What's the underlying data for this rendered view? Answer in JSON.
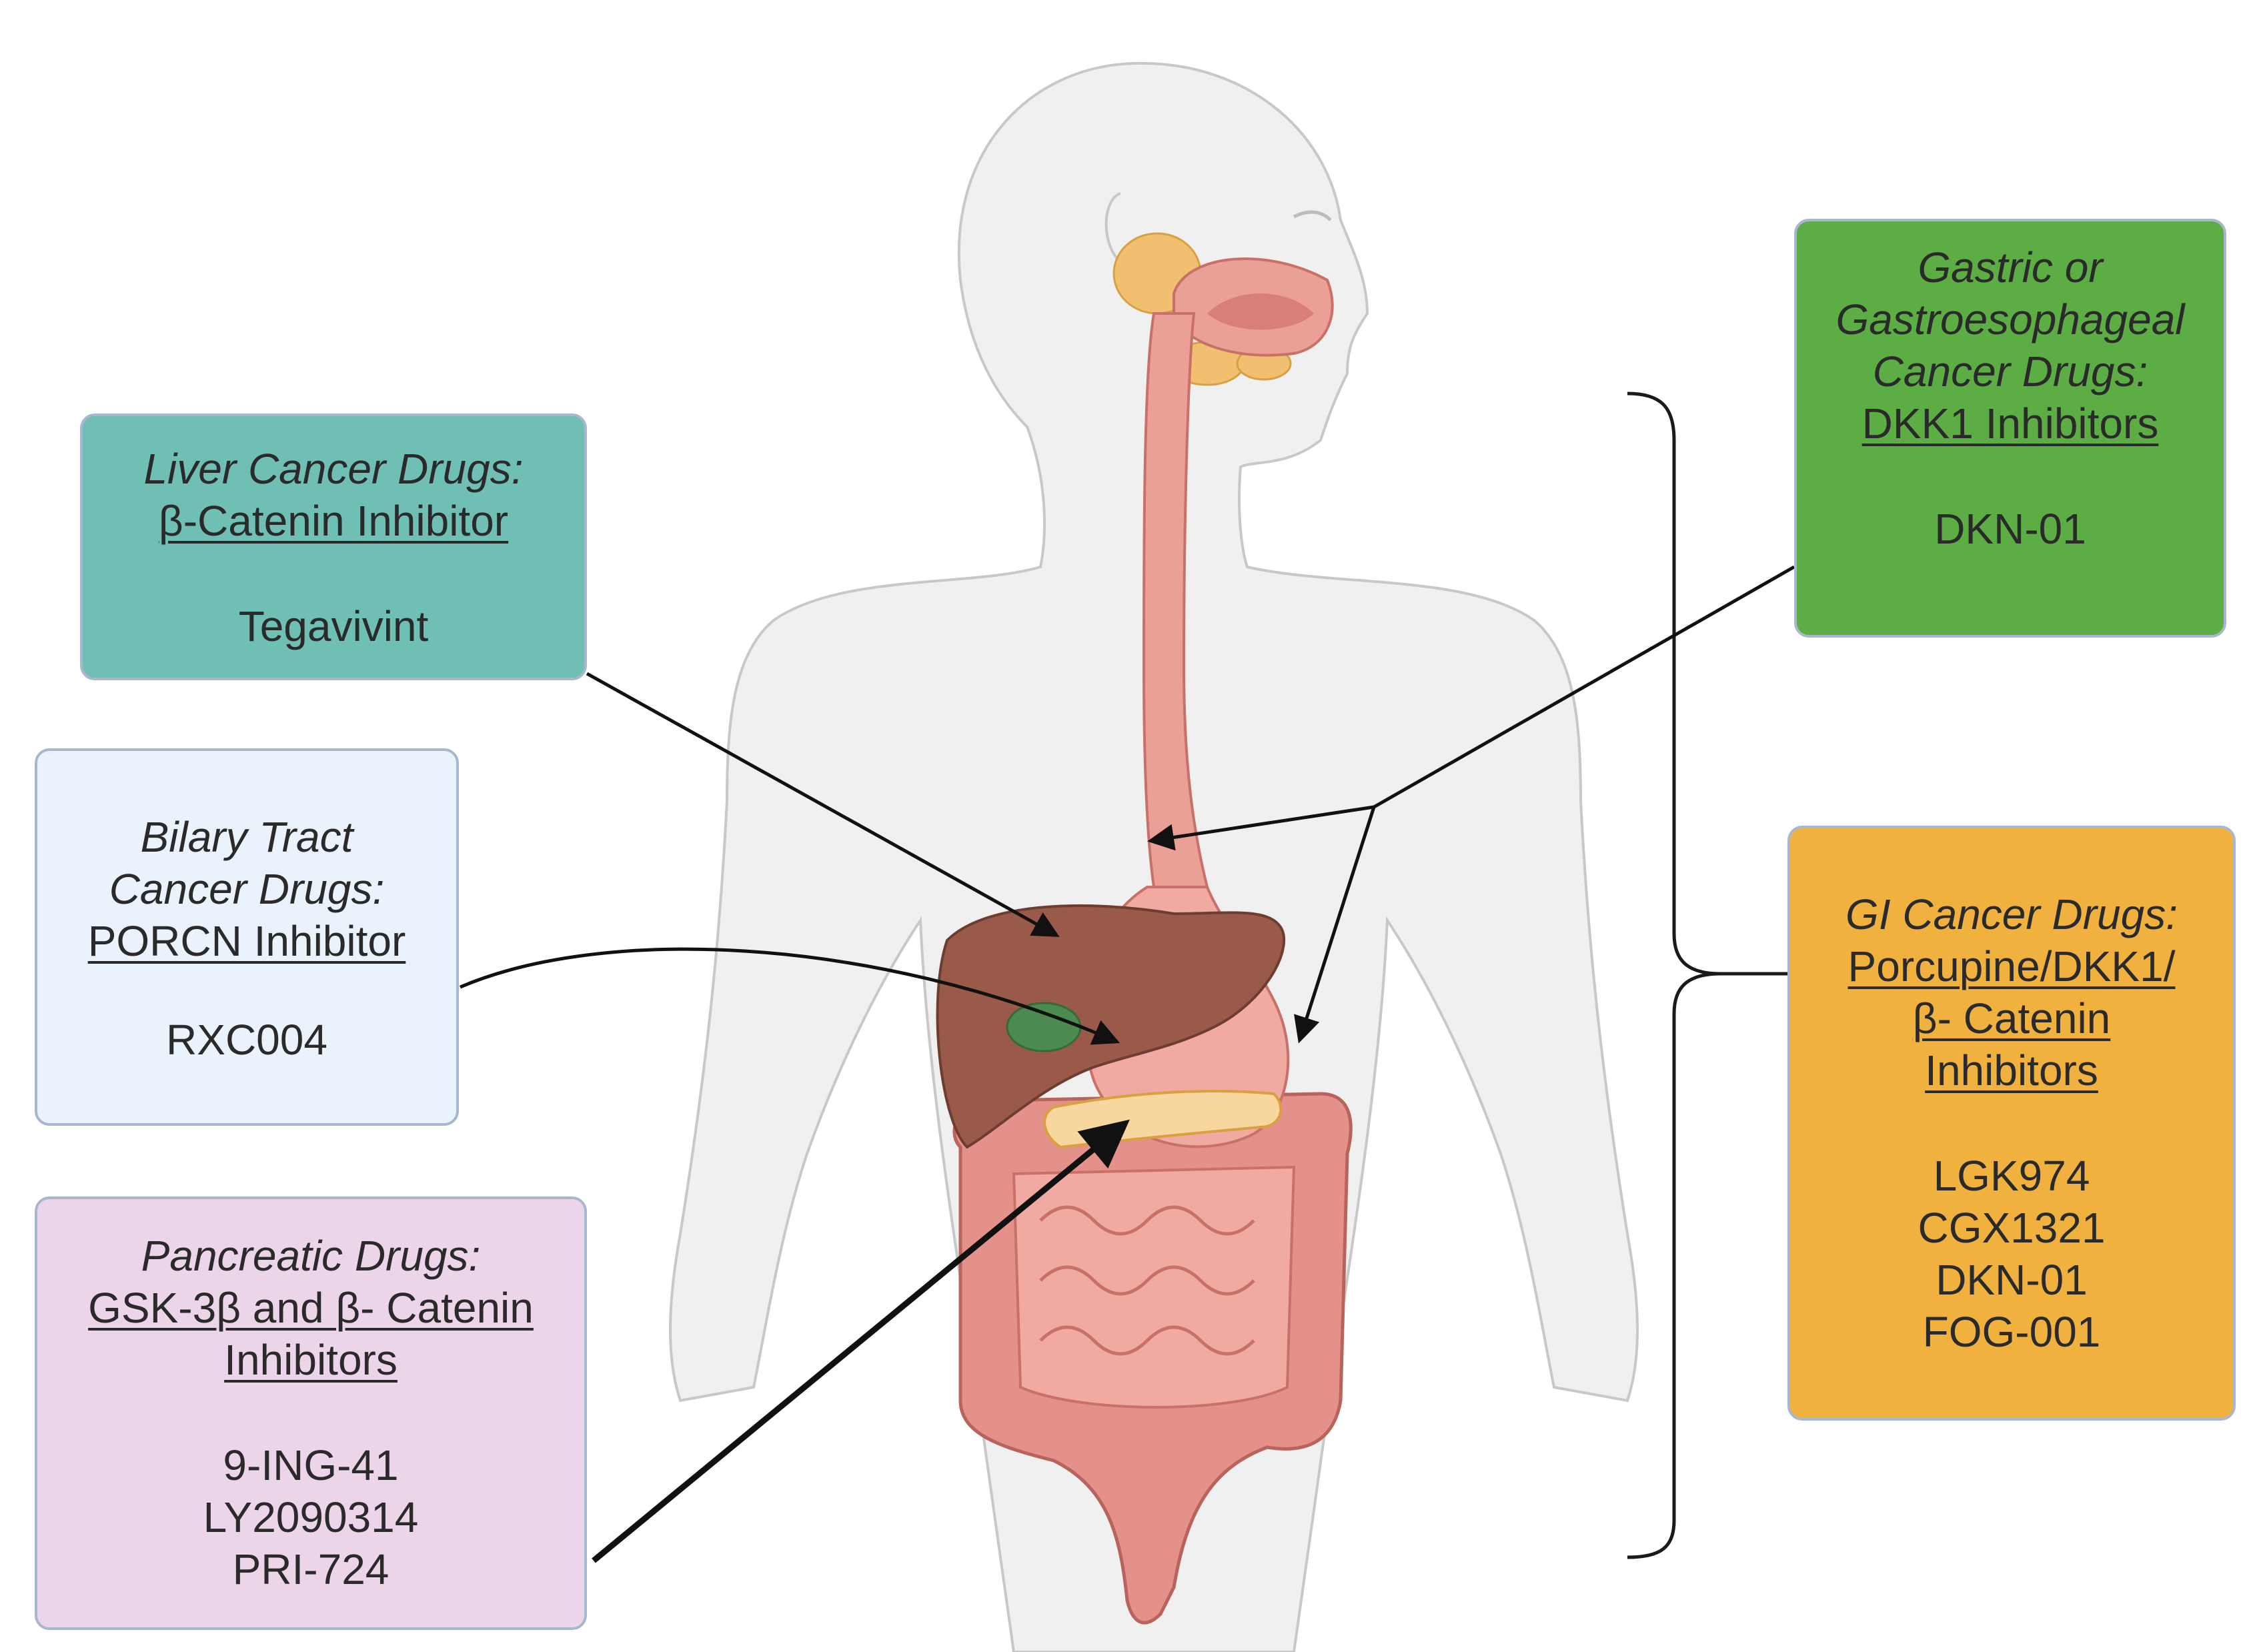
{
  "colors": {
    "liver_box": "#6fbfb5",
    "biliary_box": "#eaf2fb",
    "pancreatic_box": "#ecd5e8",
    "gastric_box": "#5bad44",
    "gi_box": "#f0b13e",
    "body": "#f0f0f0",
    "esophagus": "#eba097",
    "liver_organ": "#995a4a",
    "intestine": "#e3918a",
    "salivary": "#f0c070"
  },
  "boxes": {
    "liver": {
      "title": "Liver Cancer Drugs:",
      "subtitle": "β-Catenin Inhibitor",
      "drugs": "Tegavivint"
    },
    "biliary": {
      "title": "Bilary Tract\nCancer Drugs:",
      "subtitle": "PORCN Inhibitor",
      "drugs": "RXC004"
    },
    "pancreatic": {
      "title": "Pancreatic Drugs:",
      "subtitle": "GSK-3β and β- Catenin Inhibitors",
      "drugs": "9-ING-41\nLY2090314\nPRI-724"
    },
    "gastric": {
      "title": "Gastric or Gastroesophageal Cancer Drugs:",
      "subtitle": "DKK1 Inhibitors",
      "drugs": "DKN-01"
    },
    "gi": {
      "title": "GI Cancer Drugs:",
      "subtitle": "Porcupine/DKK1/ β- Catenin Inhibitors",
      "drugs": "LGK974\nCGX1321\nDKN-01\nFOG-001"
    }
  }
}
